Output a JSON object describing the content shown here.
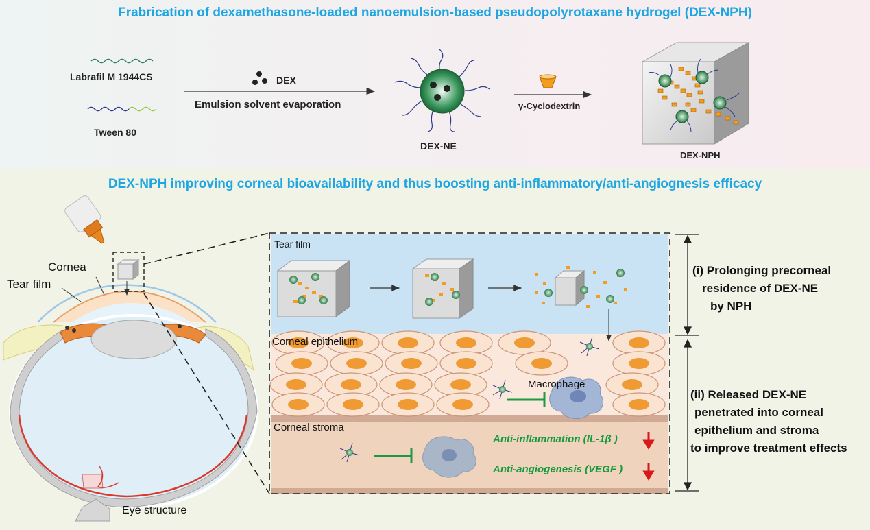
{
  "top": {
    "title": "Frabrication of dexamethasone-loaded nanoemulsion-based pseudopolyrotaxane hydrogel (DEX-NPH)",
    "labrafil": "Labrafil M 1944CS",
    "tween": "Tween 80",
    "dex": "DEX",
    "emulsion": "Emulsion solvent evaporation",
    "dexne": "DEX-NE",
    "cyclodextrin": "γ-Cyclodextrin",
    "dexnph": "DEX-NPH"
  },
  "bottom": {
    "title": "DEX-NPH improving corneal bioavailability and thus boosting anti-inflammatory/anti-angiognesis efficacy",
    "cornea": "Cornea",
    "tear_film_eye": "Tear film",
    "eye_structure": "Eye structure",
    "tear_film": "Tear film",
    "epithelium": "Corneal epithelium",
    "stroma": "Corneal stroma",
    "macrophage": "Macrophage",
    "anti_inflammation": "Anti-inflammation  (IL-1β   )",
    "anti_angiogenesis": "Anti-angiogenesis (VEGF   )",
    "step1": [
      "(i) Prolonging precorneal",
      "residence of DEX-NE",
      "by NPH"
    ],
    "step2": [
      "(ii) Released DEX-NE",
      "penetrated into corneal",
      "epithelium and stroma",
      "to improve treatment effects"
    ]
  },
  "colors": {
    "title_blue": "#1ea6e3",
    "green": "#139a3c",
    "red": "#d7191c"
  }
}
